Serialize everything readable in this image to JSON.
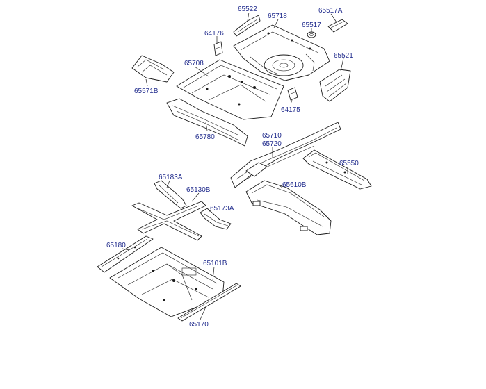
{
  "callouts": {
    "p65522": "65522",
    "p65718": "65718",
    "p65517A": "65517A",
    "p65517": "65517",
    "p64176": "64176",
    "p65521": "65521",
    "p65708": "65708",
    "p65571B": "65571B",
    "p64175": "64175",
    "p65780": "65780",
    "p65710": "65710",
    "p65720": "65720",
    "p65550": "65550",
    "p65183A": "65183A",
    "p65610B": "65610B",
    "p65130B": "65130B",
    "p65173A": "65173A",
    "p65180": "65180",
    "p65101B": "65101B",
    "p65170": "65170"
  },
  "colors": {
    "callout_text": "#1f2a8c",
    "line_art": "#1a1a1a",
    "background": "#ffffff"
  }
}
